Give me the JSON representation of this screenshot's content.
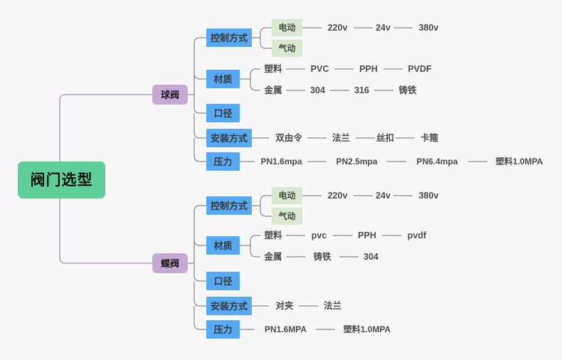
{
  "background_color": "#f7f7f7",
  "colors": {
    "root_fill": "#5ecf98",
    "branch_fill": "#c6a9d6",
    "attribute_fill": "#56aaf5",
    "option_fill": "#d7ead1",
    "root_connector": "#b99ac9",
    "connector": "#8c8c8c",
    "leaf_text": "#4d4d4d"
  },
  "root": {
    "label": "阀门选型"
  },
  "branches": [
    {
      "label": "球阀",
      "attributes": [
        {
          "label": "控制方式",
          "options": [
            {
              "label": "电动",
              "leaves": [
                "220v",
                "24v",
                "380v"
              ]
            },
            {
              "label": "气动",
              "leaves": []
            }
          ]
        },
        {
          "label": "材质",
          "options": [
            {
              "label": "塑料",
              "leaves": [
                "PVC",
                "PPH",
                "PVDF"
              ]
            },
            {
              "label": "金属",
              "leaves": [
                "304",
                "316",
                "铸铁"
              ]
            }
          ]
        },
        {
          "label": "口径",
          "options": []
        },
        {
          "label": "安装方式",
          "leaves": [
            "双由令",
            "法兰",
            "丝扣",
            "卡箍"
          ]
        },
        {
          "label": "压力",
          "leaves": [
            "PN1.6mpa",
            "PN2.5mpa",
            "PN6.4mpa",
            "塑料1.0MPA"
          ]
        }
      ]
    },
    {
      "label": "蝶阀",
      "attributes": [
        {
          "label": "控制方式",
          "options": [
            {
              "label": "电动",
              "leaves": [
                "220v",
                "24v",
                "380v"
              ]
            },
            {
              "label": "气动",
              "leaves": []
            }
          ]
        },
        {
          "label": "材质",
          "options": [
            {
              "label": "塑料",
              "leaves": [
                "pvc",
                "PPH",
                "pvdf"
              ]
            },
            {
              "label": "金属",
              "leaves": [
                "铸铁",
                "304"
              ]
            }
          ]
        },
        {
          "label": "口径",
          "options": []
        },
        {
          "label": "安装方式",
          "leaves": [
            "对夹",
            "法兰"
          ]
        },
        {
          "label": "压力",
          "leaves": [
            "PN1.6MPA",
            "塑料1.0MPA"
          ]
        }
      ]
    }
  ]
}
